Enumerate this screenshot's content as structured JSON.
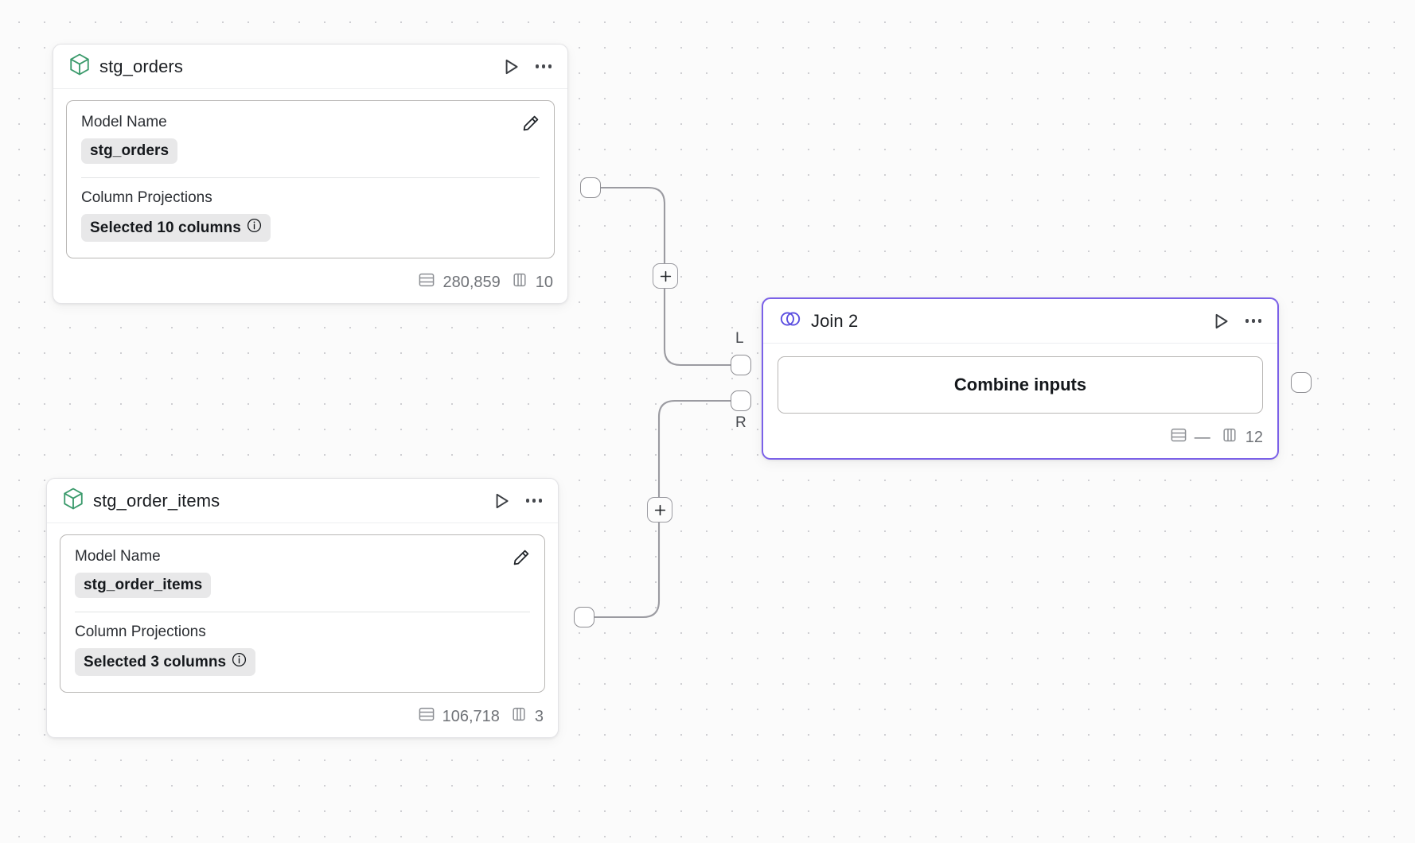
{
  "canvas": {
    "background_color": "#fbfbfb",
    "grid_dot_color": "#cfcfd3",
    "accent_color": "#7b61e8",
    "model_icon_color": "#3a9a6b",
    "edge_color": "#9b9ba1"
  },
  "nodes": [
    {
      "id": "stg_orders",
      "type": "model",
      "icon": "cube-icon",
      "title": "stg_orders",
      "actions": {
        "run_label": "play-icon",
        "menu_label": "more-options-icon"
      },
      "params": [
        {
          "label": "Model Name",
          "value": "stg_orders",
          "has_info": false
        },
        {
          "label": "Column Projections",
          "value": "Selected 10 columns",
          "has_info": true
        }
      ],
      "edit_label": "pencil-icon",
      "footer": {
        "rows_icon": "rows-icon",
        "rows": "280,859",
        "cols_icon": "columns-icon",
        "cols": "10"
      }
    },
    {
      "id": "stg_order_items",
      "type": "model",
      "icon": "cube-icon",
      "title": "stg_order_items",
      "actions": {
        "run_label": "play-icon",
        "menu_label": "more-options-icon"
      },
      "params": [
        {
          "label": "Model Name",
          "value": "stg_order_items",
          "has_info": false
        },
        {
          "label": "Column Projections",
          "value": "Selected 3 columns",
          "has_info": true
        }
      ],
      "edit_label": "pencil-icon",
      "footer": {
        "rows_icon": "rows-icon",
        "rows": "106,718",
        "cols_icon": "columns-icon",
        "cols": "3"
      }
    },
    {
      "id": "join_2",
      "type": "join",
      "icon": "venn-icon",
      "title": "Join 2",
      "selected": true,
      "actions": {
        "run_label": "play-icon",
        "menu_label": "more-options-icon"
      },
      "button_label": "Combine inputs",
      "input_port_labels": [
        "L",
        "R"
      ],
      "footer": {
        "rows_icon": "rows-icon",
        "rows": "—",
        "cols_icon": "columns-icon",
        "cols": "12"
      }
    }
  ],
  "edges": [
    {
      "from": "stg_orders",
      "to": "join_2",
      "to_port": "L",
      "add_button_label": "+"
    },
    {
      "from": "stg_order_items",
      "to": "join_2",
      "to_port": "R",
      "add_button_label": "+"
    }
  ]
}
